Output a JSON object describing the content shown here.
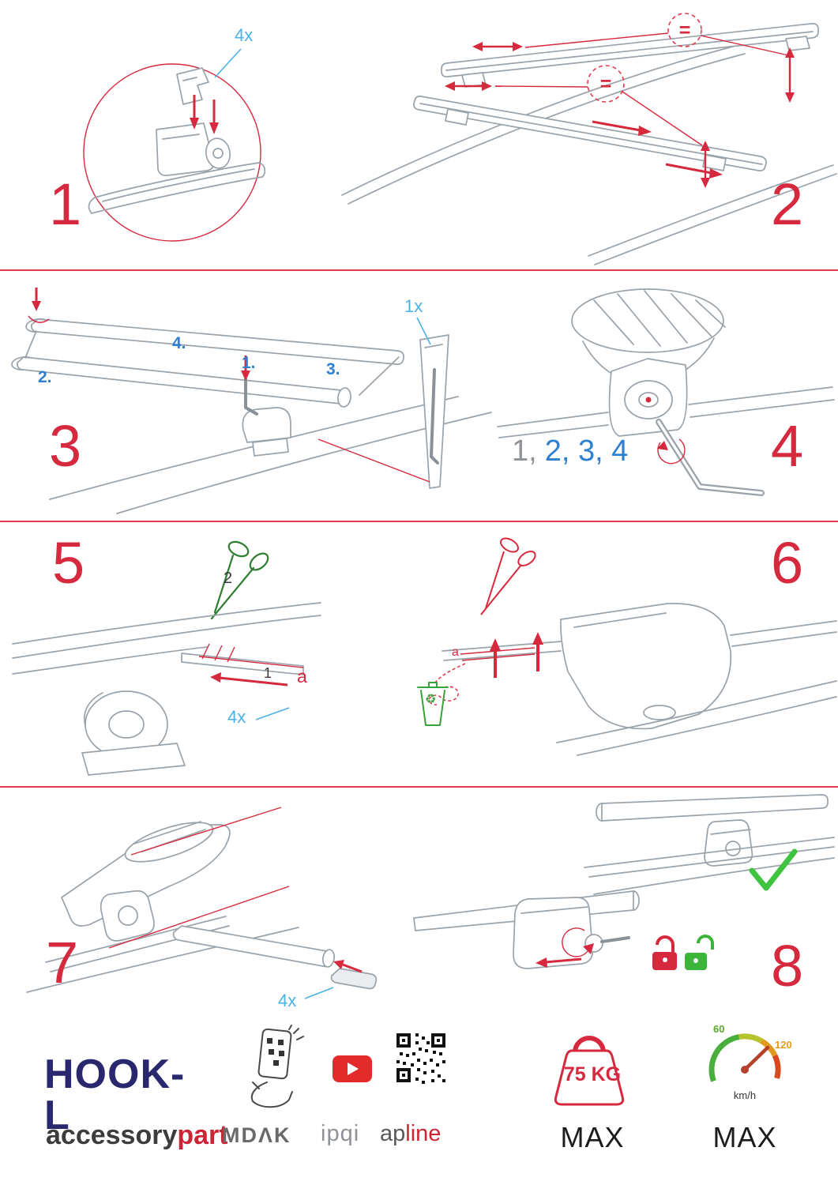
{
  "palette": {
    "red": "#d6293e",
    "light_blue": "#4ab2e4",
    "blue": "#2e7fd0",
    "green": "#3ab53a",
    "navy": "#29276e"
  },
  "steps": {
    "s1": {
      "number": "1",
      "qty": "4x"
    },
    "s2": {
      "number": "2",
      "equal_top": "=",
      "equal_mid": "="
    },
    "s3": {
      "number": "3",
      "qty": "1x",
      "sub_1": "1.",
      "sub_2": "2.",
      "sub_3": "3.",
      "sub_4": "4."
    },
    "s4": {
      "number": "4",
      "seq_done": "1,",
      "seq_todo": "2, 3, 4"
    },
    "s5": {
      "number": "5",
      "cut_label": "2",
      "pull_label": "1",
      "strip_label": "a",
      "qty": "4x"
    },
    "s6": {
      "number": "6",
      "strip_label": "a"
    },
    "s7": {
      "number": "7",
      "qty": "4x"
    },
    "s8": {
      "number": "8"
    }
  },
  "icons": {
    "recycle": "♻"
  },
  "footer": {
    "product": "HOOK-L",
    "brand_gray": "accessory",
    "brand_red": "part",
    "logo_mdak": "MDΛK",
    "logo_ipqi": "ipqi",
    "logo_ap": "ap",
    "logo_line": "line",
    "weight": "75 KG",
    "weight_max": "MAX",
    "speed_low": "60",
    "speed_high": "120",
    "speed_unit": "km/h",
    "speed_max": "MAX"
  }
}
